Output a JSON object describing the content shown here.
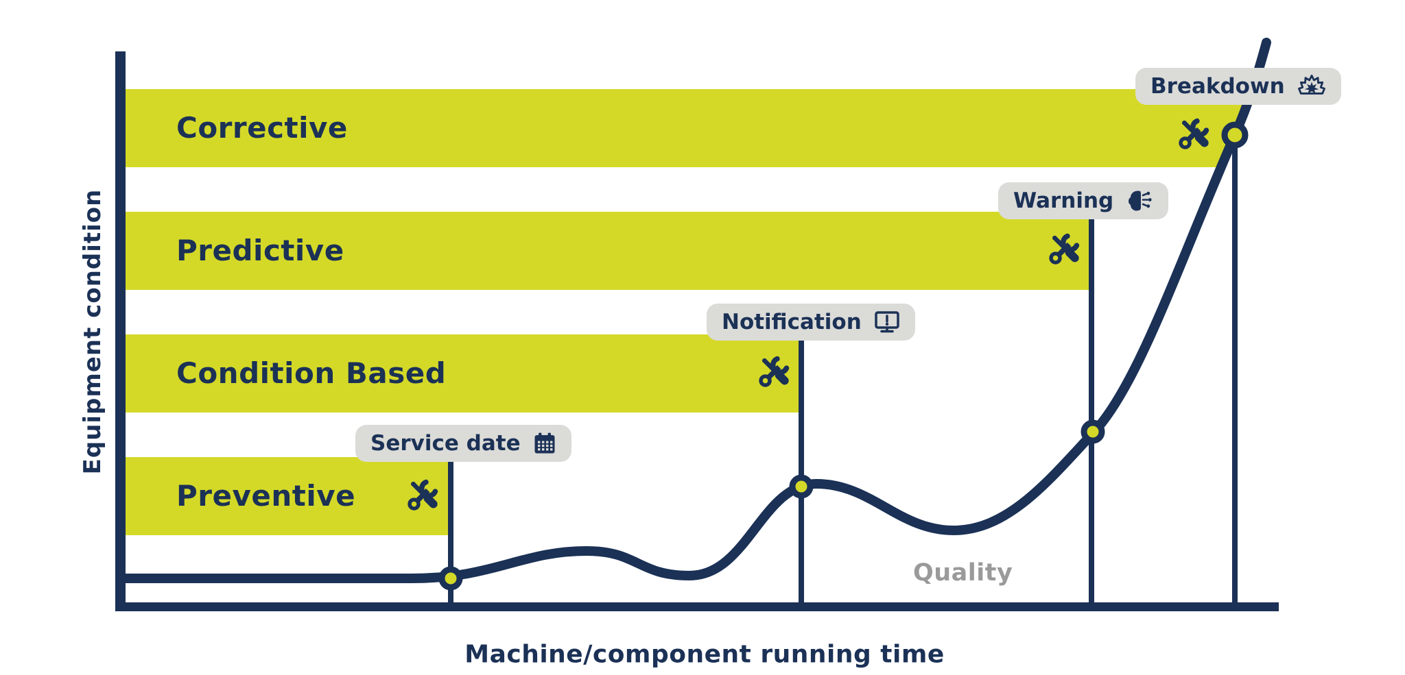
{
  "figure": {
    "y_axis_label": "Equipment condition",
    "x_axis_label": "Machine/component running time",
    "curve_label": "Quality"
  },
  "bars": [
    {
      "label": "Corrective"
    },
    {
      "label": "Predictive"
    },
    {
      "label": "Condition Based"
    },
    {
      "label": "Preventive"
    }
  ],
  "milestones": [
    {
      "label": "Service date",
      "icon": "calendar-icon"
    },
    {
      "label": "Notification",
      "icon": "monitor-alert-icon"
    },
    {
      "label": "Warning",
      "icon": "ai-brain-icon"
    },
    {
      "label": "Breakdown",
      "icon": "explosion-icon"
    }
  ],
  "colors": {
    "navy": "#1b3156",
    "yellow": "#d4d928",
    "chip_background": "#dbdbd8",
    "quality_gray": "#9a9a9a",
    "background": "#ffffff"
  }
}
